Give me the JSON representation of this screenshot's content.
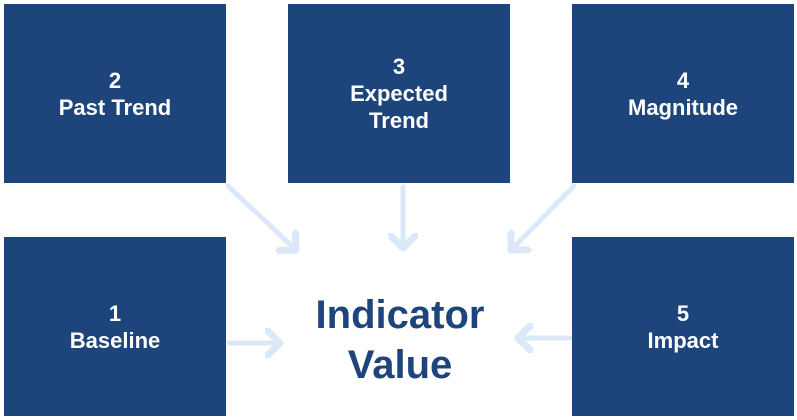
{
  "boxes": {
    "baseline": {
      "number": "1",
      "label": "Baseline"
    },
    "past_trend": {
      "number": "2",
      "label": "Past Trend"
    },
    "expected_trend": {
      "number": "3",
      "label_line1": "Expected",
      "label_line2": "Trend"
    },
    "magnitude": {
      "number": "4",
      "label": "Magnitude"
    },
    "impact": {
      "number": "5",
      "label": "Impact"
    }
  },
  "center": {
    "line1": "Indicator",
    "line2": "Value"
  },
  "colors": {
    "box_fill": "#1d457b",
    "box_text": "#ffffff",
    "center_text": "#1d457b",
    "arrow": "#dbe8f8"
  }
}
